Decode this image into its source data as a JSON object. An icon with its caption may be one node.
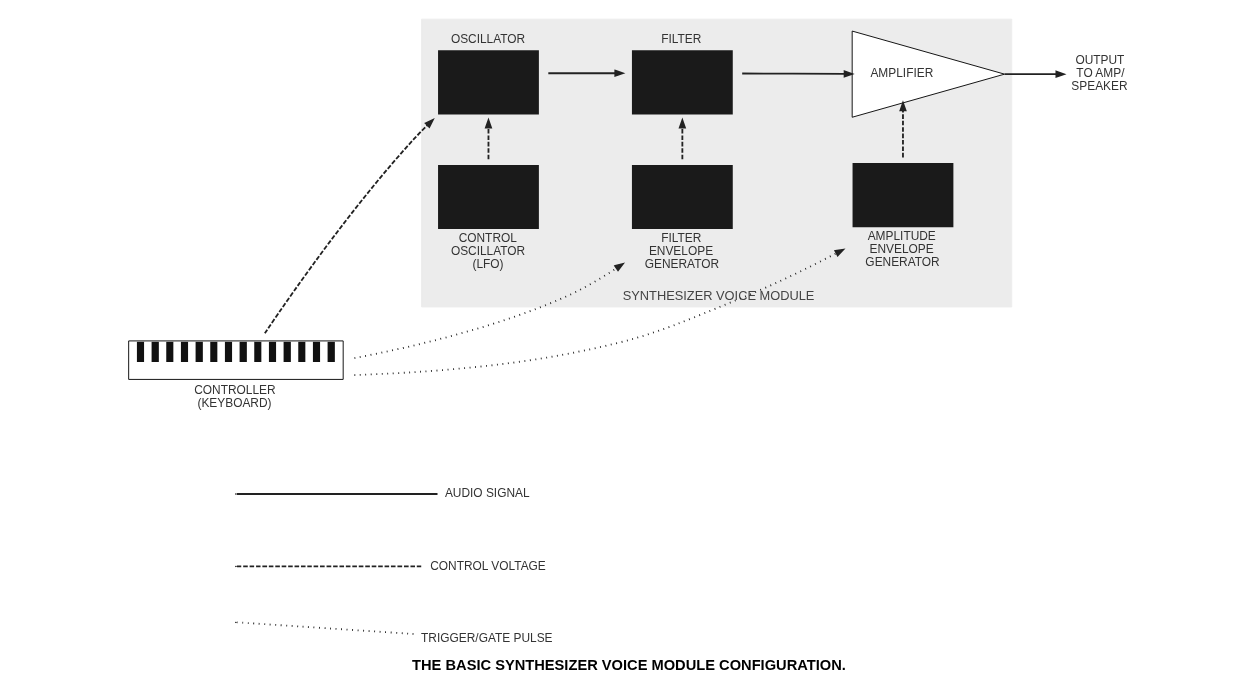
{
  "diagram": {
    "caption": "THE BASIC SYNTHESIZER VOICE MODULE CONFIGURATION.",
    "nodes": [
      {
        "text": [
          "SYNTHESIZER VOICE MODULE"
        ]
      },
      {
        "text": [
          "OSCILLATOR"
        ],
        "in": 0
      },
      {
        "text": [
          "FILTER"
        ],
        "in": 0
      },
      {
        "text": [
          "AMPLIFIER"
        ],
        "in": 0
      },
      {
        "text": [
          "CONTROL OSCILLATOR (LFO)"
        ],
        "in": 0
      },
      {
        "text": [
          "FILTER ENVELOPE GENERATOR"
        ],
        "in": 0
      },
      {
        "text": [
          "AMPLITUDE ENVELOPE GENERATOR"
        ],
        "in": 0
      },
      {
        "text": [
          "CONTROLLER (KEYBOARD)"
        ]
      },
      {
        "text": [
          "OUTPUT TO AMP/ SPEAKER"
        ]
      }
    ],
    "edges": [
      {
        "from": 7,
        "to": 1,
        "arrow": "to",
        "style": "dashed"
      },
      {
        "from": 1,
        "to": 2,
        "arrow": "to"
      },
      {
        "from": 2,
        "to": 3,
        "arrow": "to"
      },
      {
        "from": 3,
        "to": 8,
        "arrow": "to"
      },
      {
        "from": 4,
        "to": 1,
        "arrow": "to",
        "style": "dashed"
      },
      {
        "from": 5,
        "to": 2,
        "arrow": "to",
        "style": "dashed"
      },
      {
        "from": 6,
        "to": 3,
        "arrow": "to",
        "style": "dashed"
      },
      {
        "from": 7,
        "to": 5,
        "arrow": "to",
        "style": "dashed"
      },
      {
        "from": 7,
        "to": 6,
        "arrow": "to",
        "style": "dashed"
      }
    ],
    "legend": [
      {
        "text": "AUDIO SIGNAL"
      },
      {
        "text": "CONTROL VOLTAGE"
      },
      {
        "text": "TRIGGER/GATE PULSE"
      }
    ]
  }
}
